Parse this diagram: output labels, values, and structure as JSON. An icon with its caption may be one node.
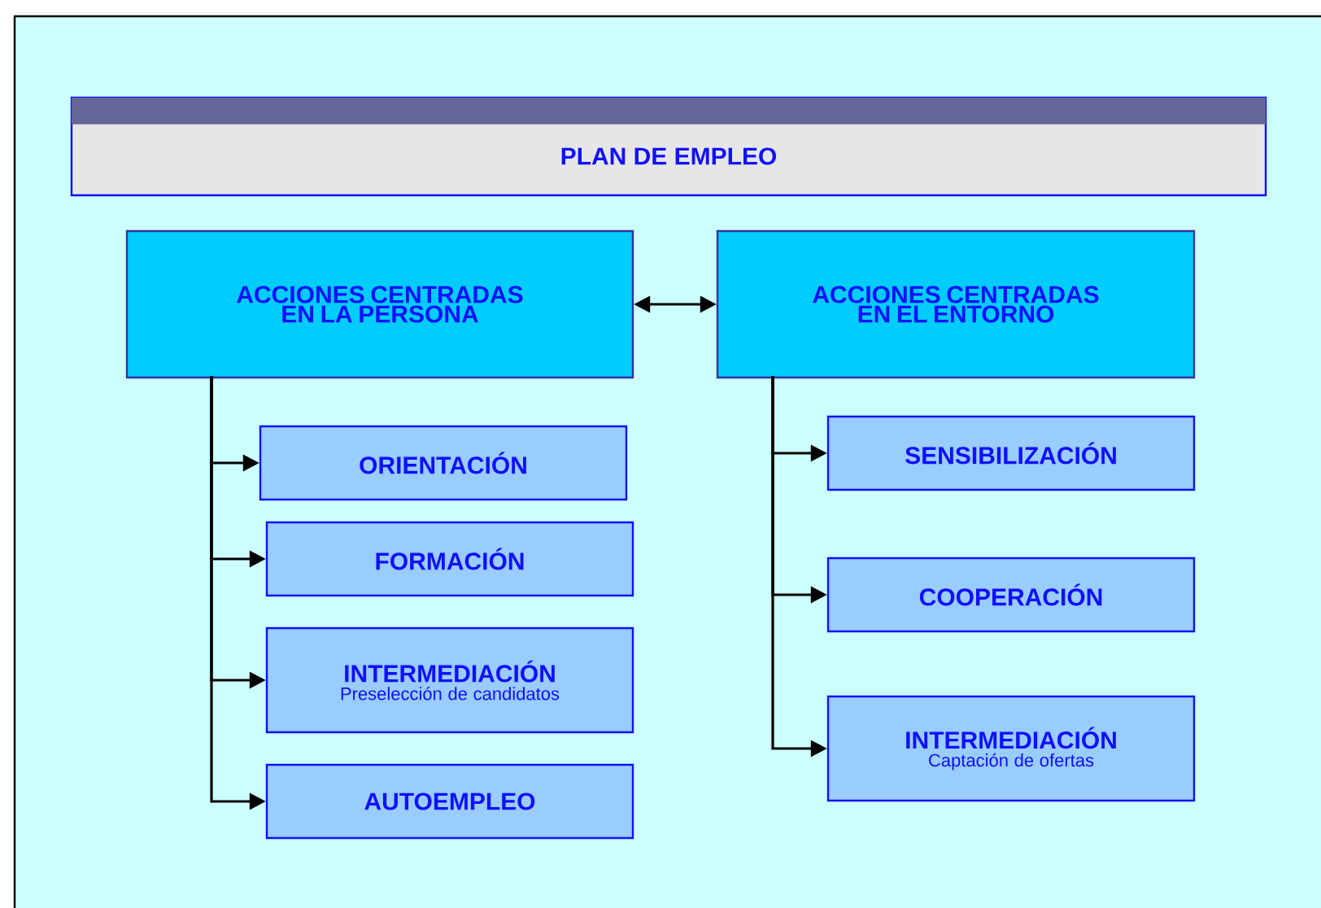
{
  "diagram": {
    "nodes": [
      {
        "text": [
          "PLAN DE EMPLEO"
        ]
      },
      {
        "text": [
          "ACCIONES CENTRADAS EN LA PERSONA"
        ]
      },
      {
        "text": [
          "ACCIONES CENTRADAS EN EL ENTORNO"
        ]
      },
      {
        "text": [
          "ORIENTACIÓN"
        ]
      },
      {
        "text": [
          "FORMACIÓN"
        ]
      },
      {
        "text": [
          "INTERMEDIACIÓN",
          "Preselección de candidatos"
        ]
      },
      {
        "text": [
          "AUTOEMPLEO"
        ]
      },
      {
        "text": [
          "SENSIBILIZACIÓN"
        ]
      },
      {
        "text": [
          "COOPERACIÓN"
        ]
      },
      {
        "text": [
          "INTERMEDIACIÓN",
          "Captación de ofertas"
        ]
      }
    ],
    "edges": [
      {
        "from": 1,
        "to": 2,
        "arrow": "both"
      },
      {
        "from": 1,
        "to": 3,
        "arrow": "to"
      },
      {
        "from": 1,
        "to": 4,
        "arrow": "to"
      },
      {
        "from": 1,
        "to": 5,
        "arrow": "to"
      },
      {
        "from": 1,
        "to": 6,
        "arrow": "to"
      },
      {
        "from": 2,
        "to": 7,
        "arrow": "to"
      },
      {
        "from": 2,
        "to": 8,
        "arrow": "to"
      },
      {
        "from": 2,
        "to": 9,
        "arrow": "to"
      }
    ]
  }
}
